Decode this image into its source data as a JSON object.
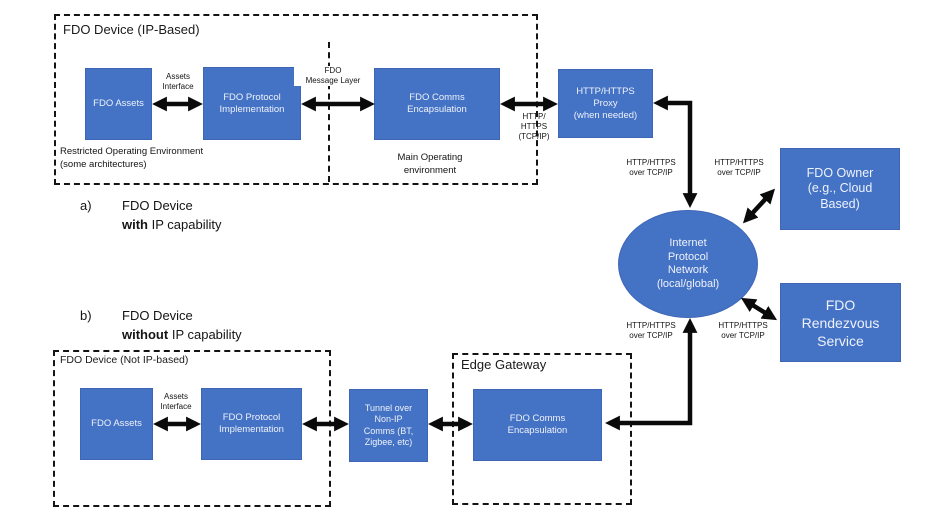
{
  "top_section": {
    "title": "FDO Device  (IP-Based)",
    "assets_box": "FDO Assets",
    "assets_interface": "Assets\nInterface",
    "protocol_box": "FDO Protocol\nImplementation",
    "message_layer": "FDO\nMessage Layer",
    "comms_box": "FDO Comms\nEncapsulation",
    "http_tcpip": "HTTP/\nHTTPS\n(TCP/IP)",
    "proxy_box": "HTTP/HTTPS\nProxy\n(when needed)",
    "restricted_env": "Restricted Operating Environment\n(some architectures)",
    "main_env": "Main Operating\nenvironment"
  },
  "caption_a": {
    "marker": "a)",
    "title": "FDO Device",
    "emph": "with",
    "rest": " IP capability"
  },
  "caption_b": {
    "marker": "b)",
    "title": "FDO Device",
    "emph": "without",
    "rest": " IP capability"
  },
  "network_ellipse": "Internet\nProtocol\nNetwork\n(local/global)",
  "owner_box": "FDO Owner\n(e.g.,  Cloud\nBased)",
  "rendezvous_box": "FDO\nRendezvous\nService",
  "http_over_tcpip": "HTTP/HTTPS\nover TCP/IP",
  "bottom_section": {
    "title": "FDO Device (Not IP-based)",
    "assets_box": "FDO Assets",
    "assets_interface": "Assets\nInterface",
    "protocol_box": "FDO Protocol\nImplementation",
    "tunnel_box": "Tunnel over\nNon-IP\nComms (BT,\nZigbee, etc)",
    "edge_gateway_title": "Edge Gateway",
    "comms_box": "FDO Comms\nEncapsulation"
  },
  "colors": {
    "box_blue": "#4472C4",
    "arrow_black": "#0a0a0a"
  }
}
